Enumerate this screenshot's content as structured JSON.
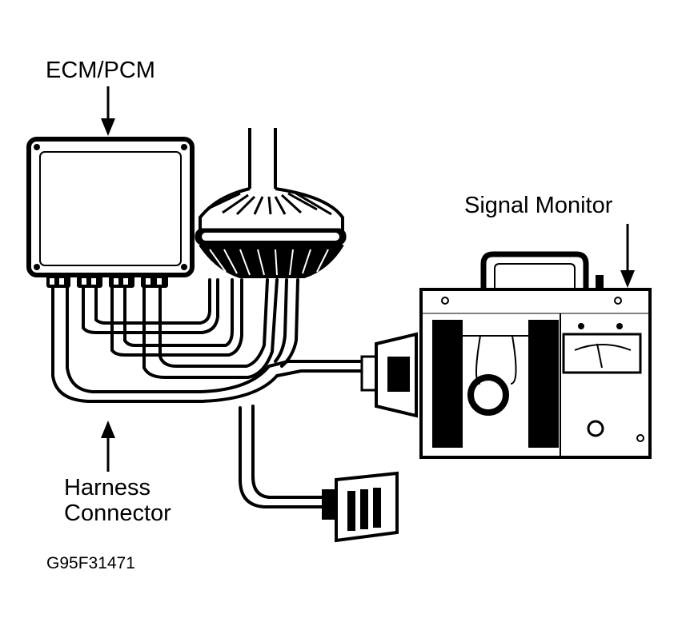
{
  "labels": {
    "ecm": "ECM/PCM",
    "signal_monitor": "Signal Monitor",
    "harness_line1": "Harness",
    "harness_line2": "Connector",
    "figure_code": "G95F31471"
  },
  "colors": {
    "ink": "#000000",
    "paper": "#ffffff"
  },
  "icons": [
    "arrow-down-icon",
    "arrow-up-icon"
  ]
}
